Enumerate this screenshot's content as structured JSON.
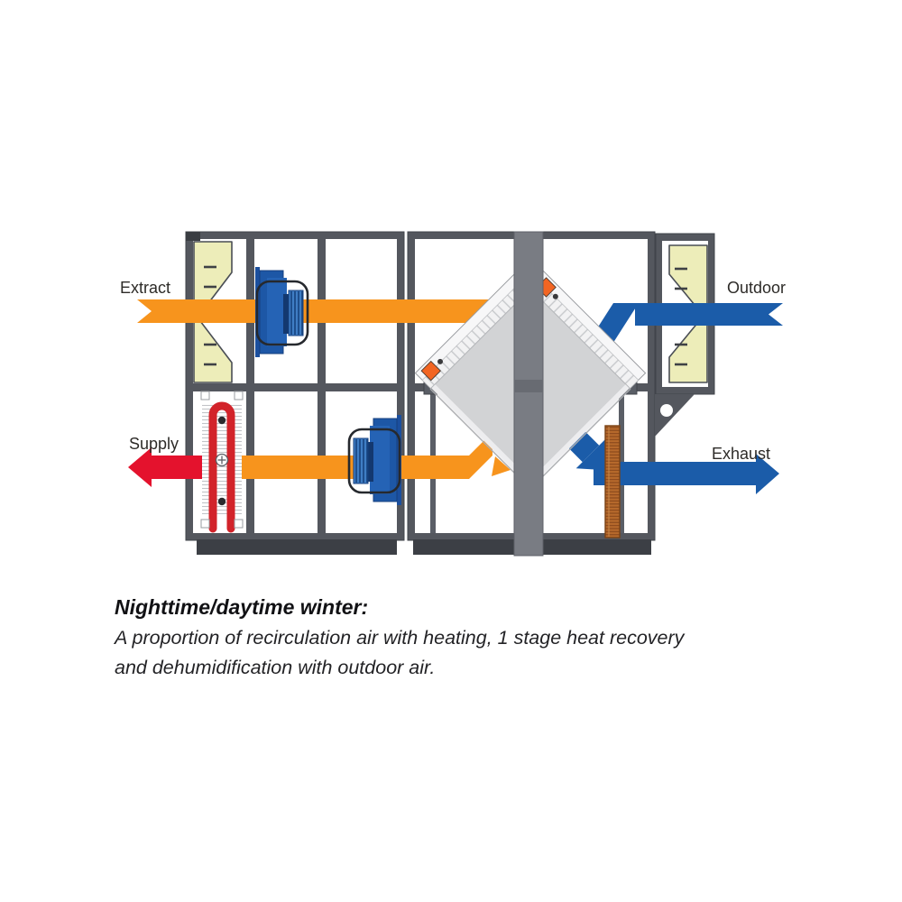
{
  "airflow_labels": {
    "extract": "Extract",
    "supply": "Supply",
    "outdoor": "Outdoor",
    "exhaust": "Exhaust"
  },
  "caption": {
    "title": "Nighttime/daytime winter:",
    "line1": "A proportion of recirculation air with heating, 1 stage heat recovery",
    "line2": "and dehumidification with outdoor air."
  },
  "colors": {
    "extract_air": "#F7941D",
    "outdoor_air": "#1B5CA9",
    "heated_supply_air": "#E4122D",
    "cabinet_frame": "#54575E",
    "base": "#3C3F45",
    "bag_filter": "#EDEDB9",
    "heat_exchanger": "#D2D3D5",
    "heater_coil": "#D2232A",
    "fan": "#2160B0",
    "humidifier_pad": "#B76A2C",
    "damper_actuator": "#F26522"
  },
  "components": {
    "extract_filter": "bag-filter",
    "outdoor_filter": "bag-filter",
    "extract_fan": "plug-fan",
    "supply_fan": "plug-fan",
    "heating_coil": "hot-water-heating-coil",
    "heat_exchanger": "cross-flow-plate-heat-exchanger",
    "humidifier_pad": "sorption-pad"
  }
}
